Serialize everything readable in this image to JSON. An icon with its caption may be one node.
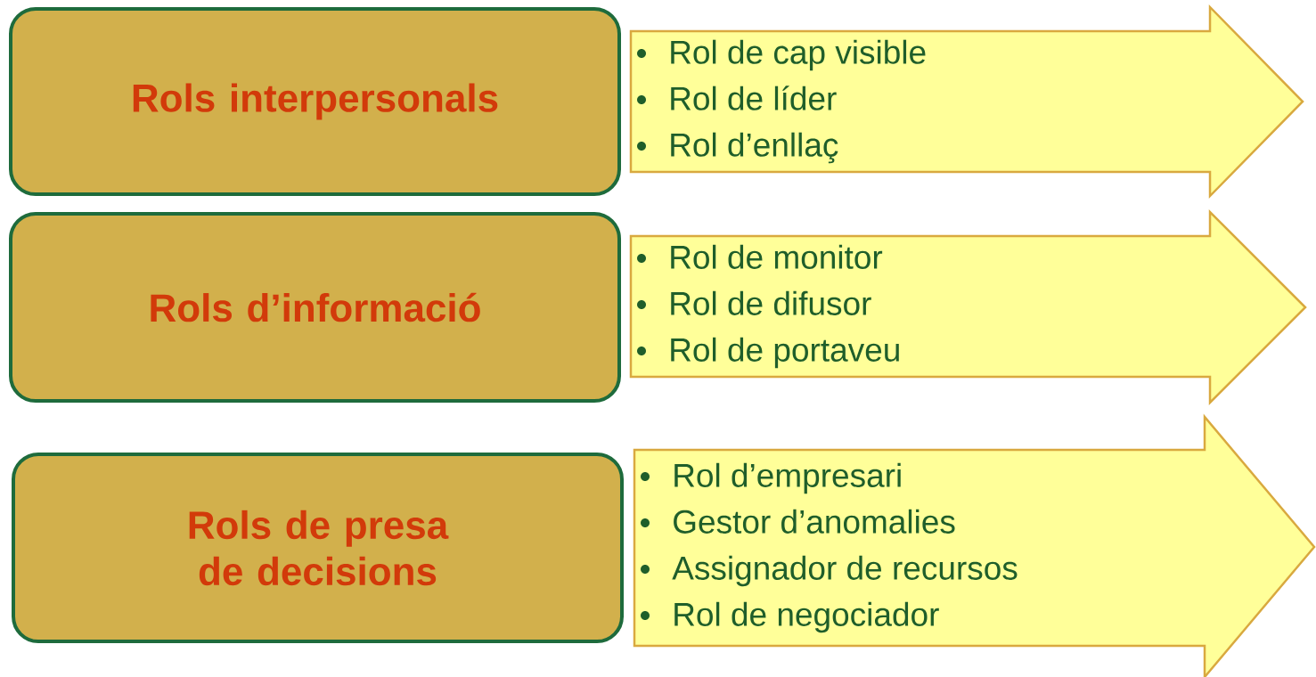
{
  "diagram": {
    "nodes": [
      {
        "text": [
          "Rols interpersonals"
        ]
      },
      {
        "text": [
          "Rol de cap visible",
          "Rol de líder",
          "Rol d’enllaç"
        ]
      },
      {
        "text": [
          "Rols d’informació"
        ]
      },
      {
        "text": [
          "Rol de monitor",
          "Rol de difusor",
          "Rol de portaveu"
        ]
      },
      {
        "text": [
          "Rols de presa de decisions"
        ]
      },
      {
        "text": [
          "Rol d’empresari",
          "Gestor d’anomalies",
          "Assignador de recursos",
          "Rol de negociador"
        ]
      }
    ]
  }
}
